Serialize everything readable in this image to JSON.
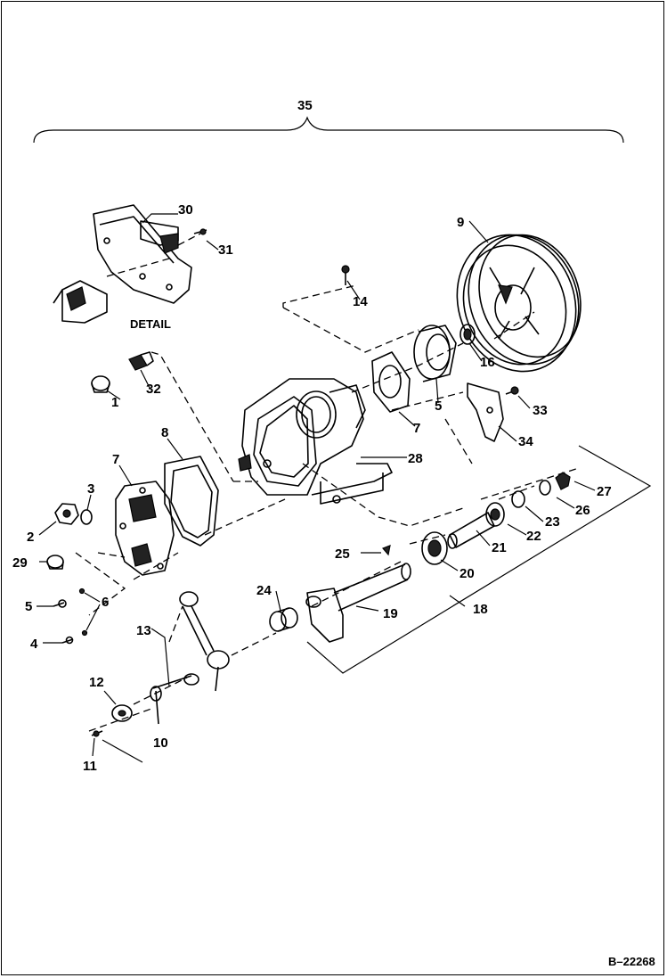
{
  "diagram": {
    "ref_code": "B–22268",
    "detail_label": "DETAIL",
    "callouts": {
      "c1": "1",
      "c2": "2",
      "c3": "3",
      "c4": "4",
      "c5a": "5",
      "c5b": "5",
      "c6": "6",
      "c7a": "7",
      "c7b": "7",
      "c8": "8",
      "c9": "9",
      "c10": "10",
      "c11": "11",
      "c12": "12",
      "c13": "13",
      "c14": "14",
      "c16": "16",
      "c18": "18",
      "c19": "19",
      "c20": "20",
      "c21": "21",
      "c22": "22",
      "c23": "23",
      "c24": "24",
      "c25": "25",
      "c26": "26",
      "c27": "27",
      "c28": "28",
      "c29": "29",
      "c30": "30",
      "c31": "31",
      "c32": "32",
      "c33": "33",
      "c34": "34",
      "c35": "35"
    }
  }
}
